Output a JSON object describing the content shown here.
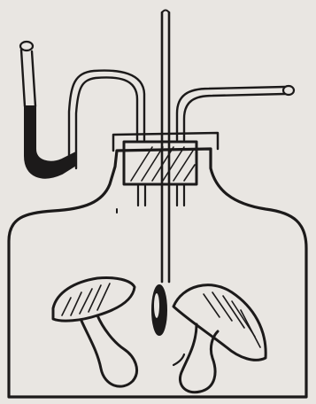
{
  "figure": {
    "kind": "hand-drawn apparatus sketch",
    "printed_text": [],
    "parts": [
      "bell-jar",
      "rubber-stopper",
      "thermometer",
      "u-tube-manometer",
      "outlet-tube",
      "mushroom-left",
      "mushroom-right"
    ]
  },
  "colors": {
    "paper": "#e9e6e2",
    "ink": "#1c1a1a",
    "manometer_fluid": "#1c1a1a"
  }
}
